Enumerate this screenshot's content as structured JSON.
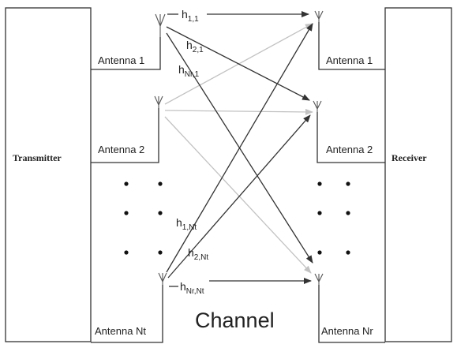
{
  "transmitter": {
    "label": "Transmitter"
  },
  "receiver": {
    "label": "Receiver"
  },
  "channel_label": "Channel",
  "tx_antennas": [
    "Antenna 1",
    "Antenna 2",
    "Antenna Nt"
  ],
  "rx_antennas": [
    "Antenna 1",
    "Antenna 2",
    "Antenna Nr"
  ],
  "gains": [
    {
      "base": "h",
      "sub": "1,1"
    },
    {
      "base": "h",
      "sub": "2,1"
    },
    {
      "base": "h",
      "sub": "Nr,1"
    },
    {
      "base": "h",
      "sub": "1,Nt"
    },
    {
      "base": "h",
      "sub": "2,Nt"
    },
    {
      "base": "h",
      "sub": "Nr,Nt"
    }
  ],
  "colors": {
    "strong_link": "#333333",
    "weak_link": "#c2c2c2"
  }
}
